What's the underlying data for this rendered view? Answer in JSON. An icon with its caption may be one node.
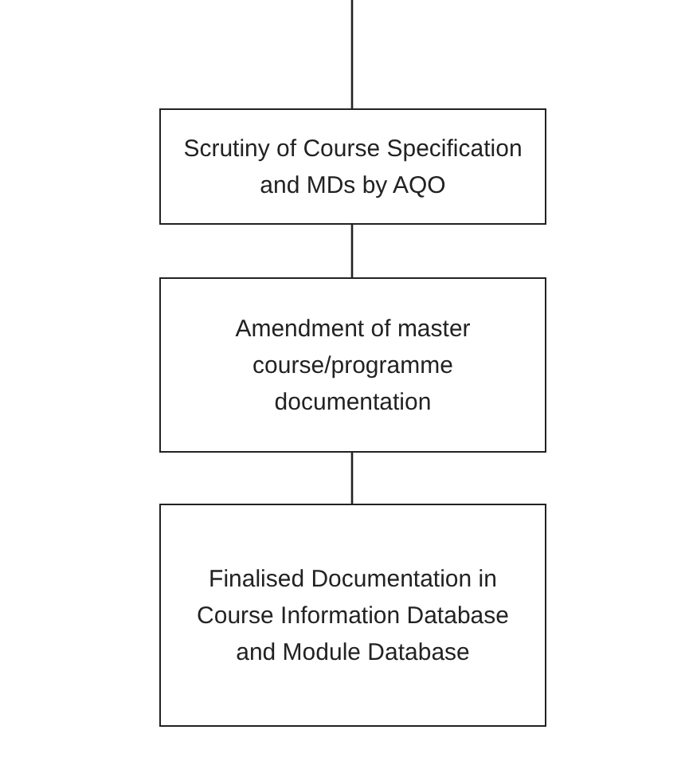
{
  "diagram": {
    "nodes": [
      {
        "text": [
          "Scrutiny of Course Specification and MDs by AQO"
        ]
      },
      {
        "text": [
          "Amendment of master course/programme documentation"
        ]
      },
      {
        "text": [
          "Finalised Documentation in Course Information Database and Module Database"
        ]
      }
    ],
    "edges": [
      {
        "from": null,
        "to": 0,
        "arrow": "none"
      },
      {
        "from": 0,
        "to": 1,
        "arrow": "none"
      },
      {
        "from": 1,
        "to": 2,
        "arrow": "none"
      }
    ]
  }
}
